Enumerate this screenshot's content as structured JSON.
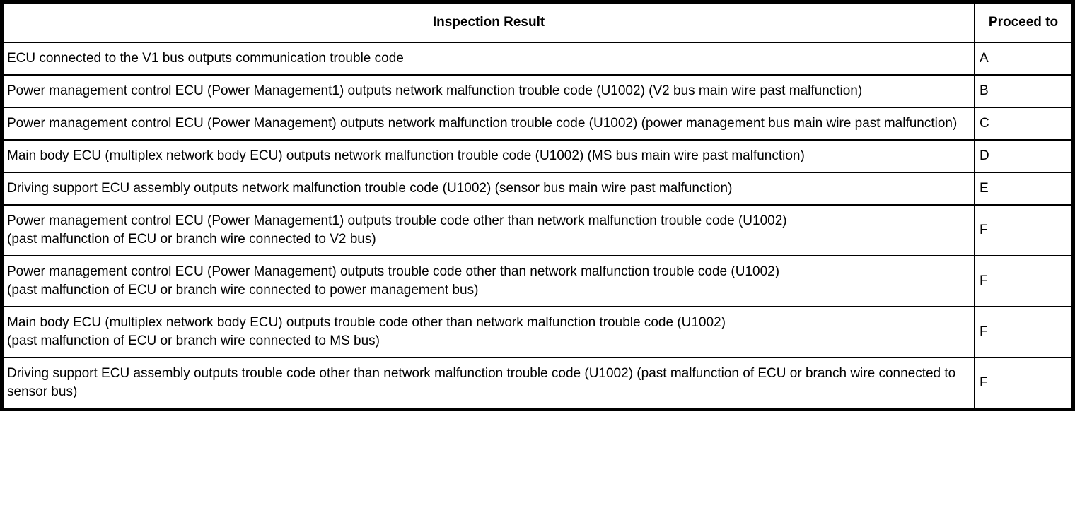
{
  "table": {
    "headers": {
      "inspection_result": "Inspection Result",
      "proceed_to": "Proceed to"
    },
    "rows": [
      {
        "result": [
          "ECU connected to the V1 bus outputs communication trouble code"
        ],
        "proceed_to": "A"
      },
      {
        "result": [
          "Power management control ECU (Power Management1) outputs network malfunction trouble code (U1002) (V2 bus main wire past malfunction)"
        ],
        "proceed_to": "B"
      },
      {
        "result": [
          "Power management control ECU (Power Management) outputs network malfunction trouble code (U1002) (power management bus main wire past malfunction)"
        ],
        "proceed_to": "C"
      },
      {
        "result": [
          "Main body ECU (multiplex network body ECU) outputs network malfunction trouble code (U1002) (MS bus main wire past malfunction)"
        ],
        "proceed_to": "D"
      },
      {
        "result": [
          "Driving support ECU assembly outputs network malfunction trouble code (U1002) (sensor bus main wire past malfunction)"
        ],
        "proceed_to": "E"
      },
      {
        "result": [
          "Power management control ECU (Power Management1) outputs trouble code other than network malfunction trouble code (U1002)",
          "(past malfunction of ECU or branch wire connected to V2 bus)"
        ],
        "proceed_to": "F"
      },
      {
        "result": [
          "Power management control ECU (Power Management) outputs trouble code other than network malfunction trouble code (U1002)",
          "(past malfunction of ECU or branch wire connected to power management bus)"
        ],
        "proceed_to": "F"
      },
      {
        "result": [
          "Main body ECU (multiplex network body ECU) outputs trouble code other than network malfunction trouble code (U1002)",
          "(past malfunction of ECU or branch wire connected to MS bus)"
        ],
        "proceed_to": "F"
      },
      {
        "result": [
          "Driving support ECU assembly outputs trouble code other than network malfunction trouble code (U1002) (past malfunction of ECU or branch wire connected to sensor bus)"
        ],
        "proceed_to": "F"
      }
    ]
  }
}
